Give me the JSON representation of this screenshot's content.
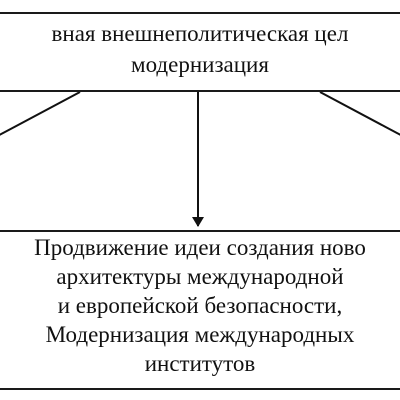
{
  "top_box": {
    "lines": [
      "вная внешнеполитическая цел",
      "модернизация"
    ]
  },
  "bottom_box": {
    "lines": [
      "Продвижение идеи создания ново",
      "архитектуры международной",
      "и европейской безопасности,",
      "Модернизация международных",
      "институтов"
    ]
  }
}
